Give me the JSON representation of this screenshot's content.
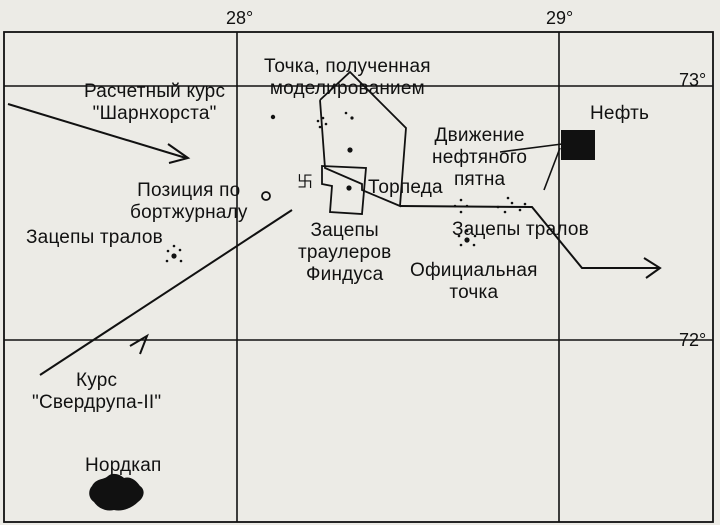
{
  "grid": {
    "lon_28": "28°",
    "lon_29": "29°",
    "lat_73": "73°",
    "lat_72": "72°"
  },
  "labels": {
    "raschetny_kurs_line1": "Расчетный курс",
    "raschetny_kurs_line2": "\"Шарнхорста\"",
    "tochka_line1": "Точка, полученная",
    "tochka_line2": "моделированием",
    "neft": "Нефть",
    "dvizhenie_line1": "Движение",
    "dvizhenie_line2": "нефтяного",
    "dvizhenie_line3": "пятна",
    "pozitsiya_line1": "Позиция по",
    "pozitsiya_line2": "бортжурналу",
    "torpeda": "Торпеда",
    "zatsepy_tralov_right": "Зацепы тралов",
    "zatsepy_traulerov_line1": "Зацепы",
    "zatsepy_traulerov_line2": "траулеров",
    "zatsepy_traulerov_line3": "Финдуса",
    "zatsepy_tralov_left": "Зацепы тралов",
    "ofitsialnaya_line1": "Официальная",
    "ofitsialnaya_line2": "точка",
    "kurs_line1": "Курс",
    "kurs_line2": "\"Свердрупа-II\"",
    "nordkap": "Нордкап"
  },
  "colors": {
    "ink": "#111111",
    "paper": "#ecebe6"
  },
  "icons": {
    "swastika": "卐"
  }
}
